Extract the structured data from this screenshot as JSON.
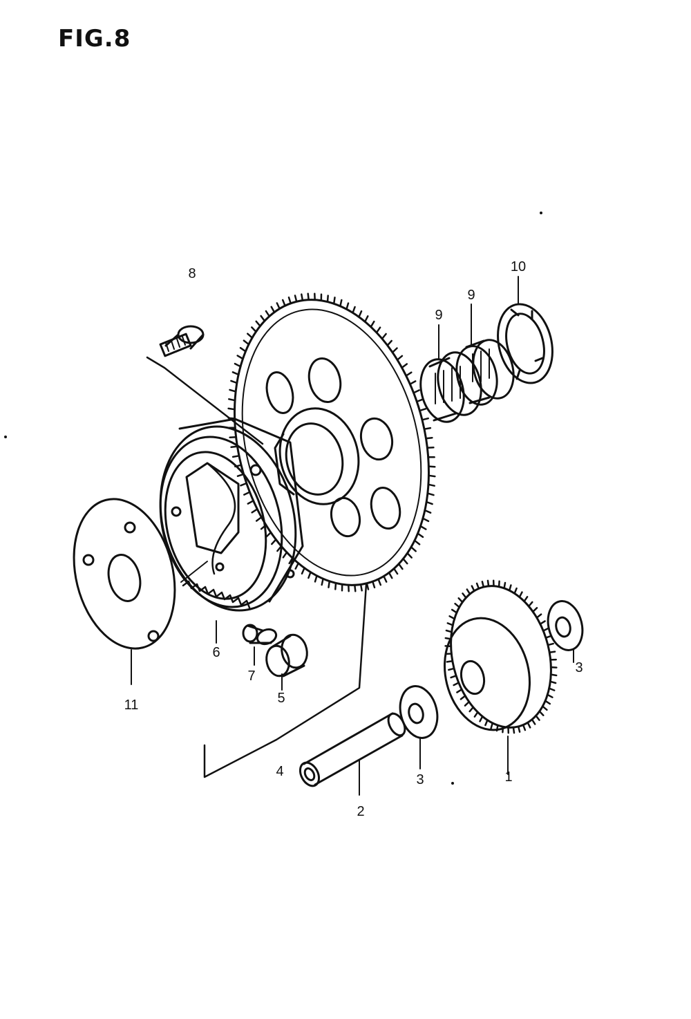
{
  "figure": {
    "title": "FIG.8",
    "callouts": [
      "1",
      "2",
      "3",
      "3",
      "4",
      "5",
      "6",
      "7",
      "8",
      "9",
      "9",
      "10",
      "11"
    ]
  },
  "colors": {
    "ink": "#111111",
    "paper": "#ffffff"
  }
}
